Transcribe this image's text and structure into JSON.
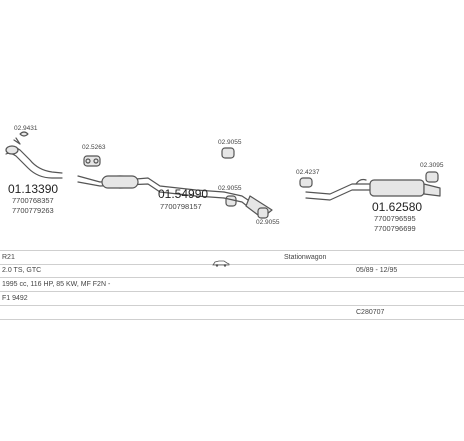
{
  "parts": {
    "p1": {
      "code": "02.9431"
    },
    "p2": {
      "code": "01.13390",
      "refs": [
        "7700768357",
        "7700779263"
      ]
    },
    "p3": {
      "code": "02.5263"
    },
    "p4": {
      "code": "02.9055"
    },
    "p5": {
      "code": "01.54990",
      "refs": [
        "7700798157"
      ]
    },
    "p6": {
      "code": "02.9055"
    },
    "p7": {
      "code": "02.9055"
    },
    "p8": {
      "code": "02.4237"
    },
    "p9": {
      "code": "02.3095"
    },
    "p10": {
      "code": "01.62580",
      "refs": [
        "7700796595",
        "7700796699"
      ]
    }
  },
  "info": {
    "model": "R21",
    "body": "Stationwagon",
    "engine": "2.0 TS, GTC",
    "years": "05/89 - 12/95",
    "spec": "1995 cc, 116 HP, 85 KW, MF F2N -",
    "extra": "F1 9492",
    "catalog": "C280707"
  },
  "colors": {
    "line": "#555555",
    "fill": "#e6e6e6",
    "text": "#222222",
    "rule": "#cfcfcf"
  },
  "icons": [
    "clamp-icon",
    "car-icon"
  ]
}
